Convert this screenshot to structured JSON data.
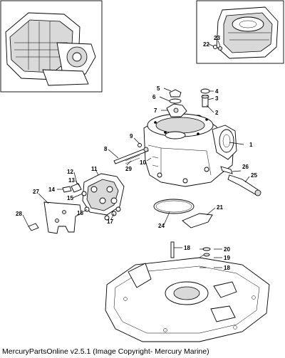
{
  "diagram": {
    "callouts": [
      "1",
      "2",
      "3",
      "4",
      "5",
      "6",
      "7",
      "8",
      "9",
      "10",
      "11",
      "12",
      "13",
      "14",
      "15",
      "16",
      "17",
      "18",
      "19",
      "20",
      "21",
      "22",
      "23",
      "24",
      "25",
      "26",
      "27",
      "28",
      "29"
    ],
    "footer": "MercuryPartsOnline v2.5.1 (Image Copyright- Mercury Marine)"
  }
}
